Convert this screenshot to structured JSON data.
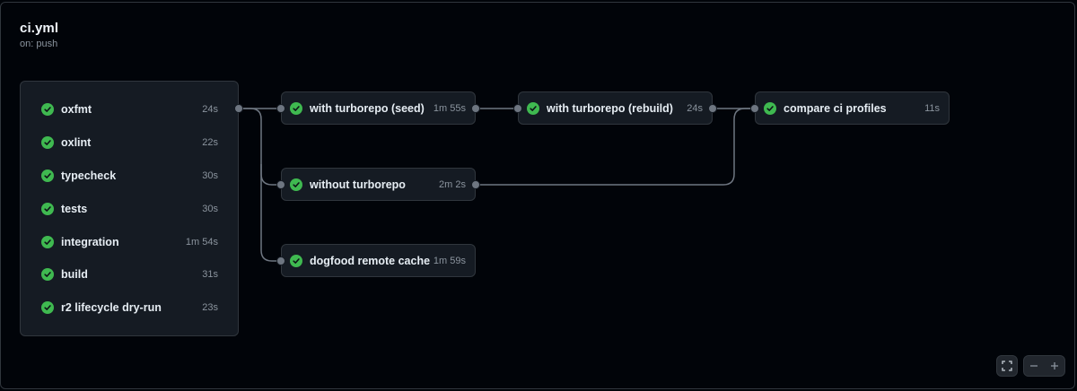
{
  "workflow": {
    "title": "ci.yml",
    "trigger": "on: push"
  },
  "group_jobs": [
    {
      "name": "oxfmt",
      "duration": "24s",
      "status": "success"
    },
    {
      "name": "oxlint",
      "duration": "22s",
      "status": "success"
    },
    {
      "name": "typecheck",
      "duration": "30s",
      "status": "success"
    },
    {
      "name": "tests",
      "duration": "30s",
      "status": "success"
    },
    {
      "name": "integration",
      "duration": "1m 54s",
      "status": "success"
    },
    {
      "name": "build",
      "duration": "31s",
      "status": "success"
    },
    {
      "name": "r2 lifecycle dry-run",
      "duration": "23s",
      "status": "success"
    }
  ],
  "jobs": {
    "seed": {
      "name": "with turborepo (seed)",
      "duration": "1m 55s",
      "status": "success"
    },
    "rebuild": {
      "name": "with turborepo (rebuild)",
      "duration": "24s",
      "status": "success"
    },
    "compare": {
      "name": "compare ci profiles",
      "duration": "11s",
      "status": "success"
    },
    "without": {
      "name": "without turborepo",
      "duration": "2m 2s",
      "status": "success"
    },
    "dogfood": {
      "name": "dogfood remote cache",
      "duration": "1m 59s",
      "status": "success"
    }
  },
  "colors": {
    "success": "#3fb950",
    "connector": "#6e7681",
    "surface": "#151b23",
    "border": "#30363d"
  },
  "icons": {
    "status": "check-circle-icon",
    "fullscreen": "fullscreen-icon",
    "zoom_out": "minus-icon",
    "zoom_in": "plus-icon"
  }
}
